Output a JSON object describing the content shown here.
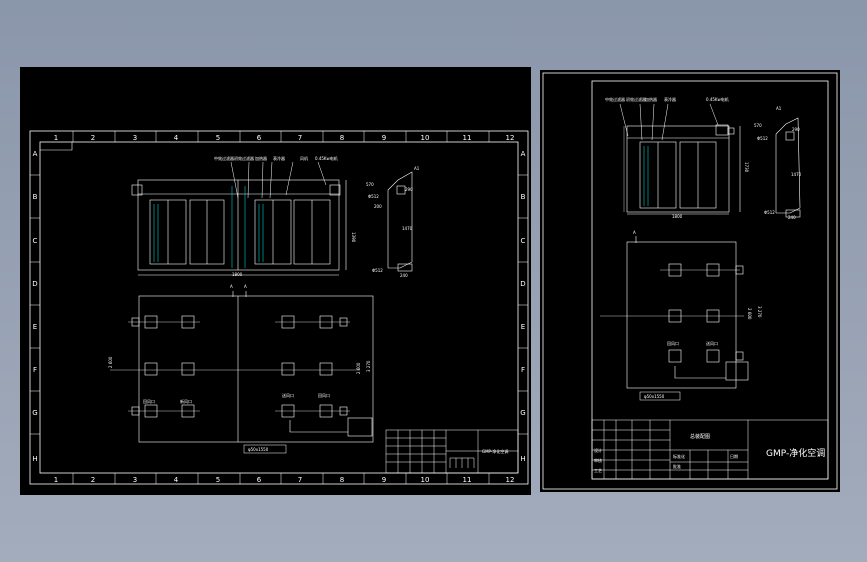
{
  "left_sheet": {
    "grid_columns": [
      "1",
      "2",
      "3",
      "4",
      "5",
      "6",
      "7",
      "8",
      "9",
      "10",
      "11",
      "12"
    ],
    "grid_rows": [
      "A",
      "B",
      "C",
      "D",
      "E",
      "F",
      "G",
      "H"
    ],
    "view_a_labels": [
      "A",
      "A"
    ],
    "detail_label": "A1",
    "component_labels": [
      "中效过滤器",
      "初效过滤器",
      "加热器",
      "表冷器",
      "风机",
      "0.45Kw电机"
    ],
    "dim_width": "1800",
    "dim_height": "1390",
    "dim_depth_left": "2 600",
    "dim_depth_right_a": "2 600",
    "dim_depth_right_b": "3 270",
    "detail_dims": [
      "570",
      "290",
      "Φ512",
      "200",
      "1470",
      "Φ512",
      "240"
    ],
    "outlet_labels": [
      "回风口",
      "新风口",
      "送风口",
      "回风口"
    ],
    "base_label": "φ50x1550",
    "title_block_label": "GMP-净化空调"
  },
  "right_sheet": {
    "component_labels": [
      "中效过滤器",
      "初效过滤器",
      "加热器",
      "表冷器",
      "0.45Kw电机"
    ],
    "detail_label": "A1",
    "dim_height": "1730",
    "dim_width": "1800",
    "dim_depth_a": "2 600",
    "dim_depth_b": "3 270",
    "detail_dims": [
      "570",
      "290",
      "Φ512",
      "1470",
      "Φ512",
      "240"
    ],
    "outlet_labels": [
      "回风口",
      "送风口"
    ],
    "base_label": "φ50x1550",
    "view_label": "A",
    "title_block_heading": "总装配图",
    "title_block_name": "GMP-净化空调",
    "title_block_cells": [
      "设计",
      "审核",
      "工艺",
      "标准化",
      "批准",
      "日期"
    ]
  }
}
